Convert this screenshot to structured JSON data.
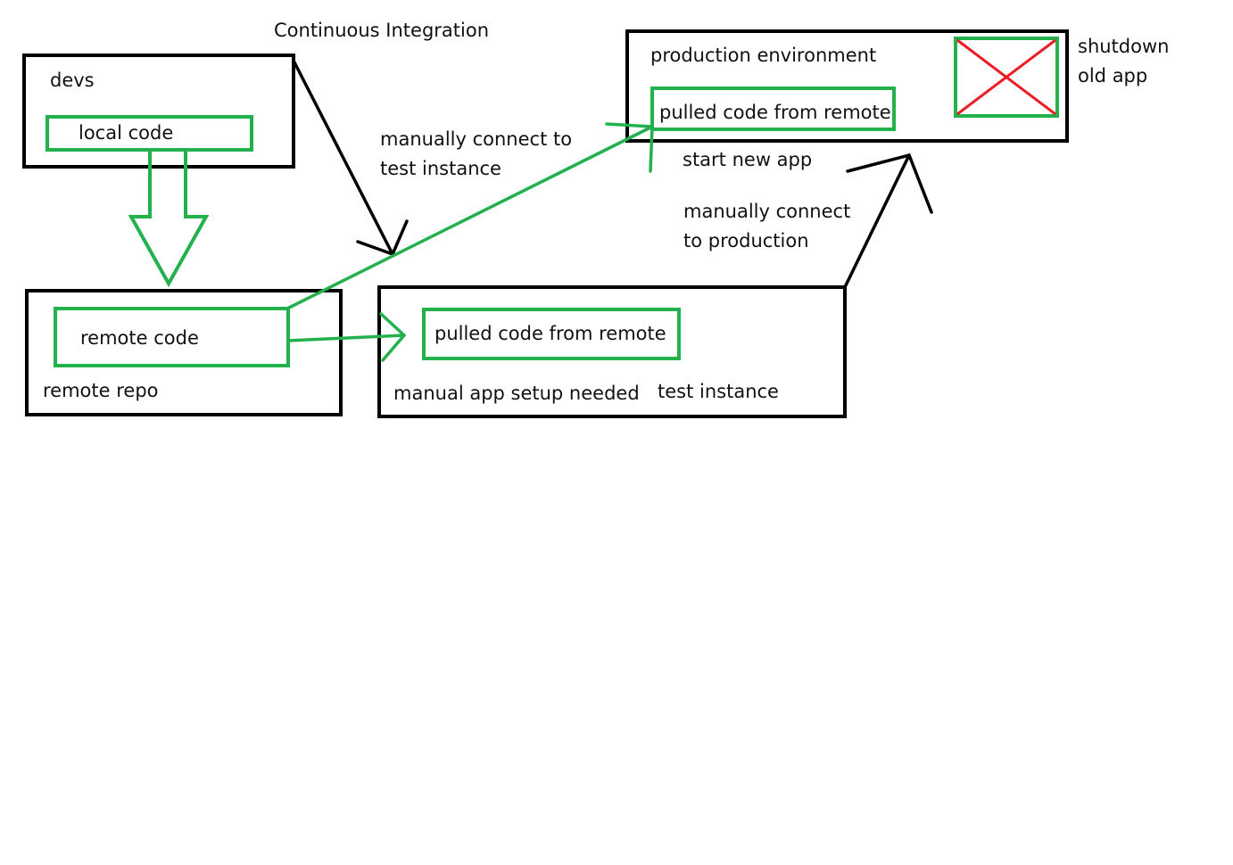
{
  "colors": {
    "black": "#000000",
    "green": "#22b14c",
    "red": "#ed1c24",
    "text": "#111111",
    "background": "#ffffff"
  },
  "title": "Continuous Integration",
  "devs": {
    "label": "devs",
    "local_code": "local code"
  },
  "remote_repo": {
    "label": "remote repo",
    "remote_code": "remote code"
  },
  "test_instance": {
    "label": "test instance",
    "pulled_code": "pulled code from remote",
    "note": "manual app setup needed"
  },
  "production": {
    "label": "production environment",
    "pulled_code": "pulled code from remote",
    "start_note": "start new app",
    "shutdown_line1": "shutdown",
    "shutdown_line2": "old app",
    "old_app_icon": "crossed-out-box-icon"
  },
  "edges": {
    "to_test_line1": "manually connect to",
    "to_test_line2": "test instance",
    "to_prod_line1": "manually connect",
    "to_prod_line2": "to production"
  }
}
